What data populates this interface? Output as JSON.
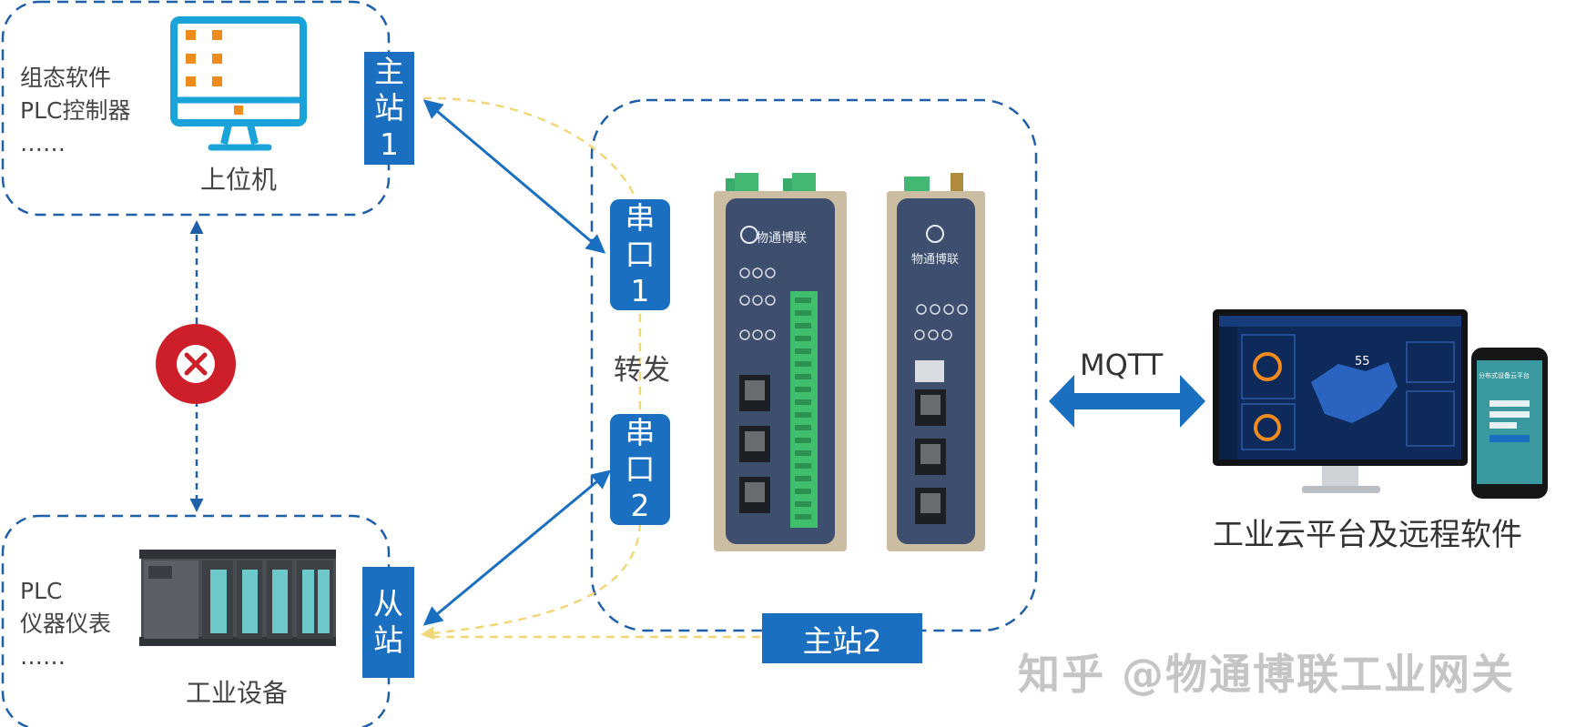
{
  "top_left": {
    "lines": [
      "组态软件",
      "PLC控制器",
      "……"
    ],
    "caption": "上位机"
  },
  "bottom_left": {
    "lines": [
      "PLC",
      "仪器仪表",
      "……"
    ],
    "caption": "工业设备"
  },
  "tags": {
    "master1": [
      "主",
      "站",
      "1"
    ],
    "slave": [
      "从",
      "站"
    ],
    "serial1": [
      "串",
      "口",
      "1"
    ],
    "serial2": [
      "串",
      "口",
      "2"
    ],
    "master2": "主站2"
  },
  "forward_label": "转发",
  "mqtt_label": "MQTT",
  "cloud_caption": "工业云平台及远程软件",
  "gateway_brand": "物通博联",
  "monitor_number": "55",
  "phone_title": "分布式设备云平台",
  "watermark": "知乎 @物通博联工业网关",
  "colors": {
    "accent_blue": "#1a6fc0",
    "dashed_blue": "#1f5fa8",
    "dashed_yellow": "#f2d77a",
    "error_red": "#cc1f2a",
    "monitor_orange": "#f08c1e"
  },
  "icons": {
    "computer": "desktop-monitor-icon",
    "error": "close-circle-icon"
  }
}
